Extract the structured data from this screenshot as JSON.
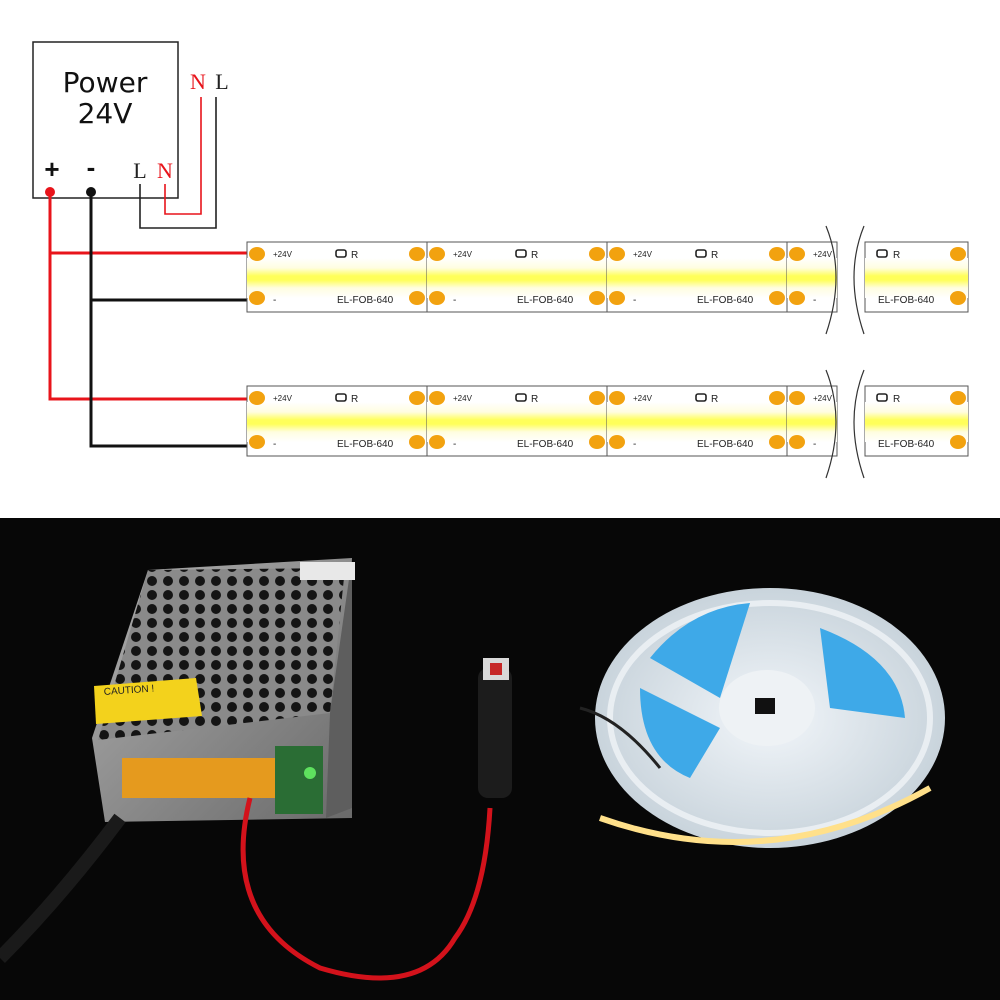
{
  "psu": {
    "title_line1": "Power",
    "title_line2": "24V",
    "terminal_plus": "+",
    "terminal_minus": "-",
    "terminal_l": "L",
    "terminal_n": "N"
  },
  "mains": {
    "label_n": "N",
    "label_l": "L"
  },
  "strip": {
    "plus_label": "+24V",
    "minus_label": "-",
    "model": "EL-FOB-640",
    "resistor_label": "R"
  },
  "photo": {
    "caution_label": "CAUTION !"
  },
  "colors": {
    "positive_wire": "#e8141b",
    "negative_wire": "#111111",
    "neutral_wire": "#e8141b",
    "live_wire": "#222222",
    "strip_glow": "#ffff5a",
    "pad": "#f2a20f"
  }
}
